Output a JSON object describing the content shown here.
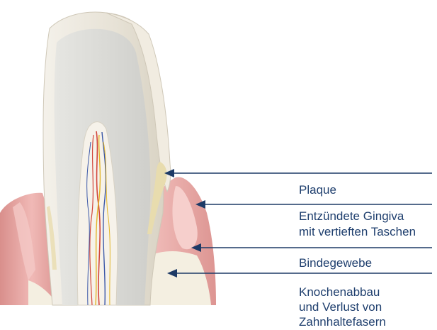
{
  "colors": {
    "label": "#1f3f6e",
    "arrow": "#1d3a66",
    "gum": "#e8a8a6",
    "bone": "#f4efe1",
    "enamel": "#eeeae2",
    "dentin": "#dcdcd8",
    "plaque": "#e8dcae"
  },
  "labels": {
    "plaque": "Plaque",
    "gingiva_line1": "Entzündete Gingiva",
    "gingiva_line2": "mit vertieften Taschen",
    "bindegewebe": "Bindegewebe",
    "knochen_line1": "Knochenabbau",
    "knochen_line2": "und Verlust von",
    "knochen_line3": "Zahnhaltefasern"
  }
}
